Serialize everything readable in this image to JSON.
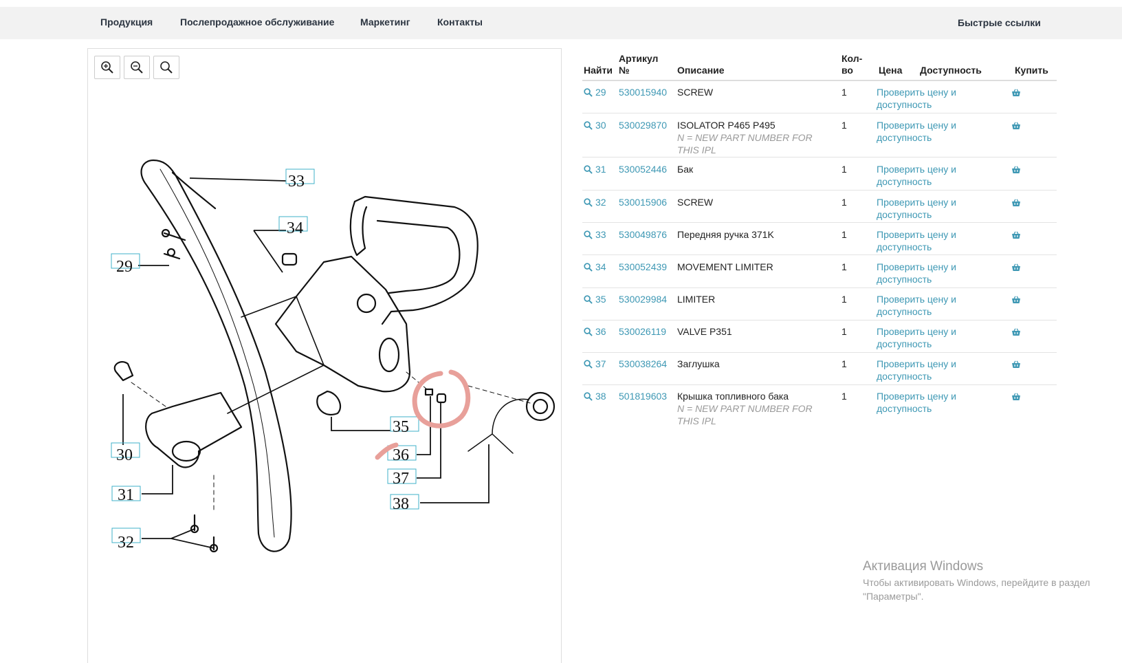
{
  "nav": {
    "items": [
      "Продукция",
      "Послепродажное обслуживание",
      "Маркетинг",
      "Контакты"
    ],
    "quick_links": "Быстрые ссылки"
  },
  "diagram": {
    "labels": [
      "29",
      "30",
      "31",
      "32",
      "33",
      "34",
      "35",
      "36",
      "37",
      "38"
    ]
  },
  "table": {
    "headers": {
      "find": "Найти",
      "article_line1": "Артикул",
      "article_line2": "№",
      "description": "Описание",
      "qty_line1": "Кол-",
      "qty_line2": "во",
      "price": "Цена",
      "availability": "Доступность",
      "buy": "Купить"
    },
    "price_link_line1": "Проверить цену и",
    "price_link_line2": "доступность",
    "rows": [
      {
        "pos": "29",
        "article": "530015940",
        "description": "SCREW",
        "note1": "",
        "note2": "",
        "qty": "1"
      },
      {
        "pos": "30",
        "article": "530029870",
        "description": "ISOLATOR P465 P495",
        "note1": "N = NEW PART NUMBER FOR",
        "note2": "THIS IPL",
        "qty": "1"
      },
      {
        "pos": "31",
        "article": "530052446",
        "description": "Бак",
        "note1": "",
        "note2": "",
        "qty": "1"
      },
      {
        "pos": "32",
        "article": "530015906",
        "description": "SCREW",
        "note1": "",
        "note2": "",
        "qty": "1"
      },
      {
        "pos": "33",
        "article": "530049876",
        "description": "Передняя ручка 371K",
        "note1": "",
        "note2": "",
        "qty": "1"
      },
      {
        "pos": "34",
        "article": "530052439",
        "description": "MOVEMENT LIMITER",
        "note1": "",
        "note2": "",
        "qty": "1"
      },
      {
        "pos": "35",
        "article": "530029984",
        "description": "LIMITER",
        "note1": "",
        "note2": "",
        "qty": "1"
      },
      {
        "pos": "36",
        "article": "530026119",
        "description": "VALVE P351",
        "note1": "",
        "note2": "",
        "qty": "1"
      },
      {
        "pos": "37",
        "article": "530038264",
        "description": "Заглушка",
        "note1": "",
        "note2": "",
        "qty": "1"
      },
      {
        "pos": "38",
        "article": "501819603",
        "description": "Крышка топливного бака",
        "note1": "N = NEW PART NUMBER FOR",
        "note2": "THIS IPL",
        "qty": "1"
      }
    ]
  },
  "watermark": {
    "title": "Активация Windows",
    "text": "Чтобы активировать Windows, перейдите в раздел \"Параметры\"."
  },
  "colors": {
    "link": "#3e98b4",
    "annotation": "#e8a09a",
    "label_box": "#3fb0c9"
  }
}
